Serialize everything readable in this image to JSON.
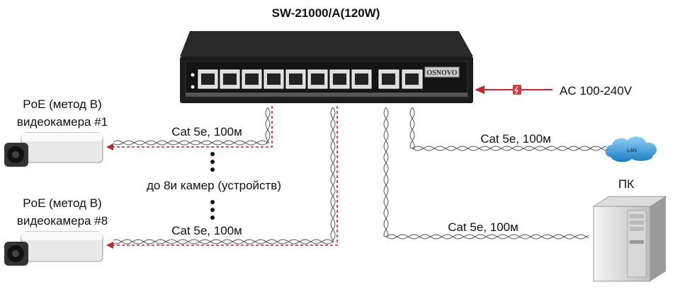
{
  "title": "SW-21000/A(120W)",
  "brand": "OSNOVO",
  "power_label": "AC 100-240V",
  "camera1": {
    "line1": "PoE (метод В)",
    "line2": "видеокамера #1"
  },
  "camera8": {
    "line1": "PoE (метод В)",
    "line2": "видеокамера #8"
  },
  "middle_note": "до 8и камер (устройств)",
  "cable_label_cam1": "Cat 5e, 100м",
  "cable_label_cam8": "Cat 5e, 100м",
  "cable_label_lan": "Cat 5e, 100м",
  "cable_label_pc": "Cat 5e, 100м",
  "lan_label": "LAN",
  "pc_label": "ПК",
  "colors": {
    "poe": "#c0282d",
    "cloud": "#3a9ad8",
    "switch": "#1c1c1c"
  }
}
